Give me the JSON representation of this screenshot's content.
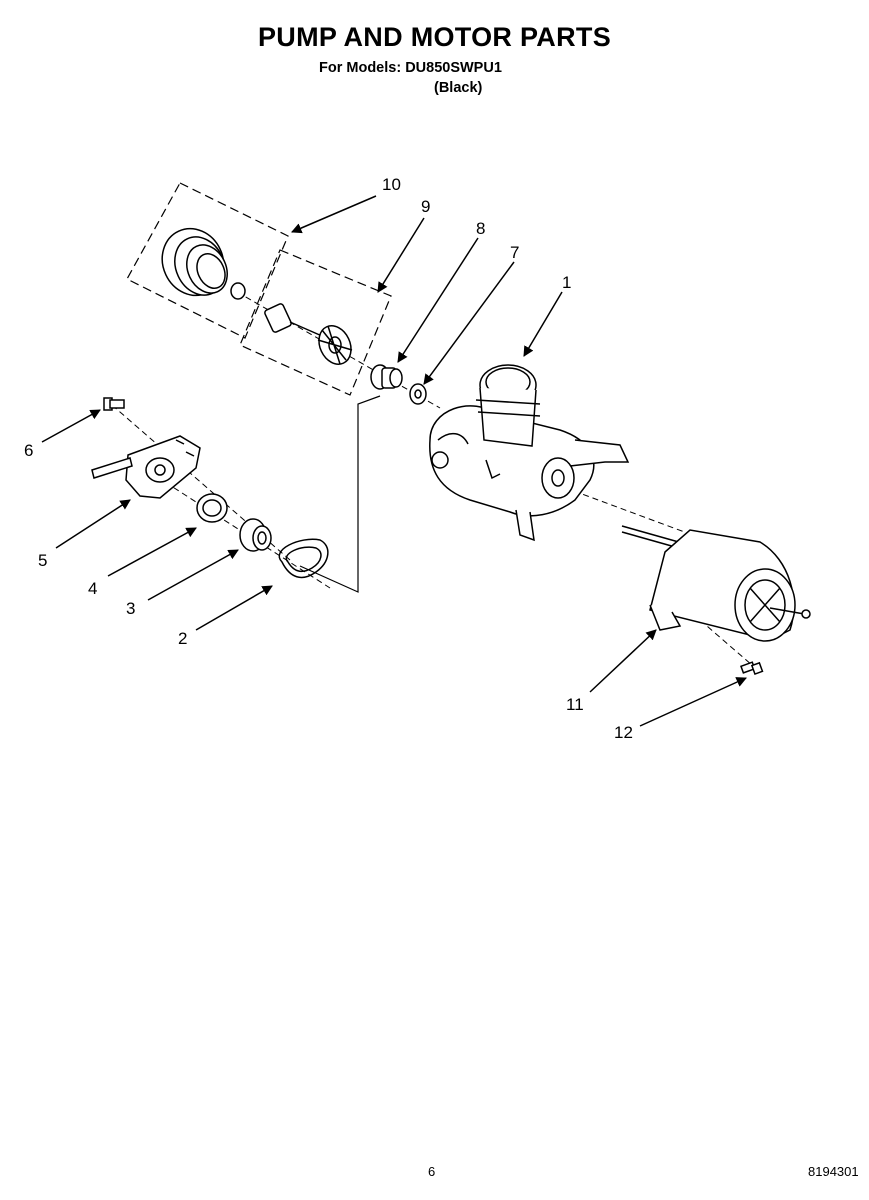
{
  "header": {
    "title": "PUMP AND MOTOR PARTS",
    "models_line": "For Models: DU850SWPU1",
    "color_line": "(Black)"
  },
  "callouts": {
    "c1": "1",
    "c2": "2",
    "c3": "3",
    "c4": "4",
    "c5": "5",
    "c6": "6",
    "c7": "7",
    "c8": "8",
    "c9": "9",
    "c10": "10",
    "c11": "11",
    "c12": "12"
  },
  "footer": {
    "page_number": "6",
    "document_number": "8194301"
  }
}
